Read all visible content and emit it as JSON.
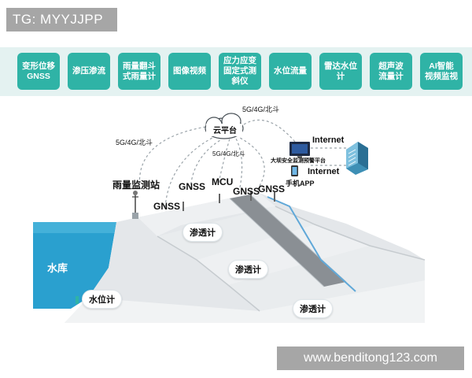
{
  "overlay": {
    "tag": "TG: MYYJJPP",
    "watermark": "www.benditong123.com"
  },
  "monitoring_types": [
    {
      "label": "变形位移\nGNSS"
    },
    {
      "label": "渗压渗流"
    },
    {
      "label": "雨量翻斗\n式雨量计"
    },
    {
      "label": "图像视频"
    },
    {
      "label": "应力应变\n固定式测斜仪"
    },
    {
      "label": "水位流量"
    },
    {
      "label": "雷达水位计"
    },
    {
      "label": "超声波\n流量计"
    },
    {
      "label": "AI智能\n视频监视"
    }
  ],
  "scene": {
    "cloud": "云平台",
    "link_5g_left": "5G/4G/北斗",
    "link_5g_right": "5G/4G/北斗",
    "link_5g_mcu": "5G/4G/北斗",
    "internet_top": "Internet",
    "internet_bottom": "Internet",
    "platform": "大坝安全监测预警平台",
    "mobile_app": "手机APP",
    "rain_station": "雨量监测站",
    "gnss_1": "GNSS",
    "gnss_2": "GNSS",
    "gnss_3": "GNSS",
    "gnss_4": "GNSS",
    "mcu": "MCU",
    "seepage_1": "渗透计",
    "seepage_2": "渗透计",
    "seepage_3": "渗透计",
    "reservoir": "水库",
    "water_level_gauge": "水位计"
  },
  "colors": {
    "chip": "#2fb3a6",
    "top_bar": "#e4f2f1",
    "dam": "#e3e6e8",
    "reservoir": "#2aa0cf",
    "road": "#8a8f94"
  }
}
